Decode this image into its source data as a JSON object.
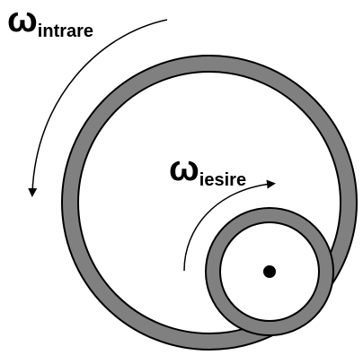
{
  "labels": {
    "input_symbol": "ω",
    "input_subscript": "intrare",
    "output_symbol": "ω",
    "output_subscript": "iesire"
  },
  "colors": {
    "ring_fill": "#808080",
    "line": "#000000",
    "background": "#ffffff"
  }
}
